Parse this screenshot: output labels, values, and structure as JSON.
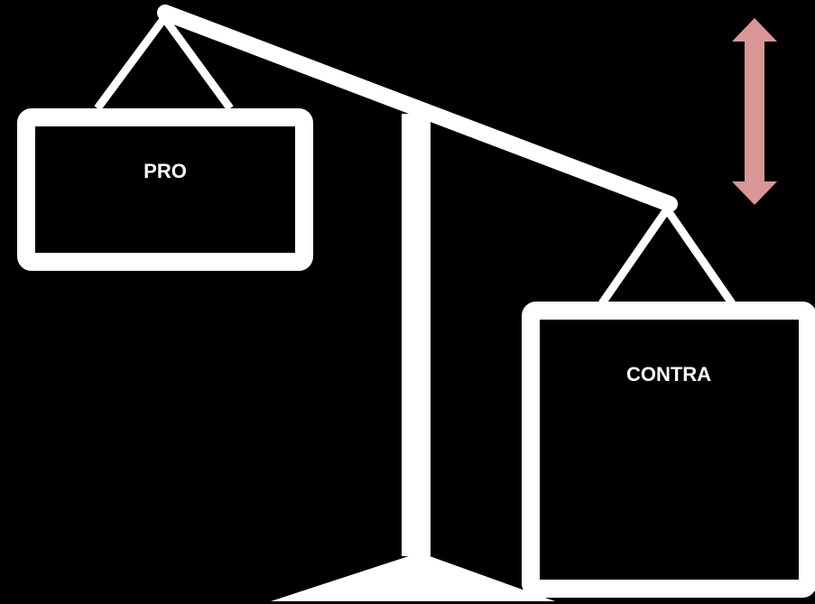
{
  "diagram": {
    "left_pan": {
      "label": "PRO"
    },
    "right_pan": {
      "label": "CONTRA"
    },
    "arrow_icon": "double-vertical-arrow",
    "colors": {
      "background": "#000000",
      "scale": "#ffffff",
      "arrow": "#d99694"
    }
  }
}
